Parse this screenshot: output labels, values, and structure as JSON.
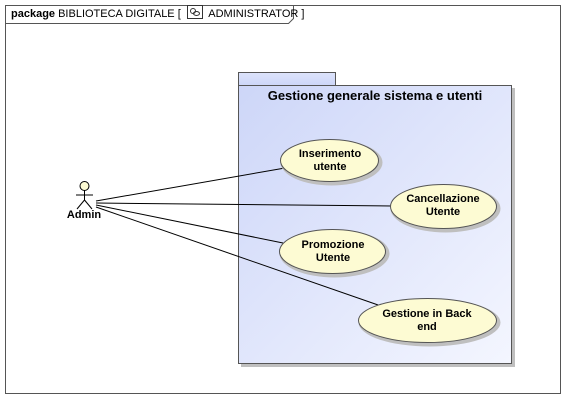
{
  "frame": {
    "keyword": "package",
    "name": "BIBLIOTECA DIGITALE [",
    "diagram_icon": "diagram-icon",
    "context": "ADMINISTRATOR ]"
  },
  "system": {
    "title": "Gestione generale sistema e utenti"
  },
  "actor": {
    "name": "Admin"
  },
  "use_cases": [
    {
      "line1": "Inserimento",
      "line2": "utente"
    },
    {
      "line1": "Cancellazione",
      "line2": "Utente"
    },
    {
      "line1": "Promozione",
      "line2": "Utente"
    },
    {
      "line1": "Gestione in Back",
      "line2": "end"
    }
  ],
  "colors": {
    "use_case_fill": "#fdfbd3",
    "package_fill": "#d4dcf8",
    "package_fill_light": "#f4f6ff",
    "stroke": "#555555"
  }
}
